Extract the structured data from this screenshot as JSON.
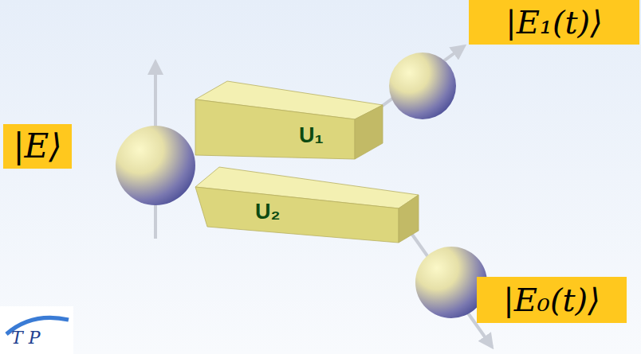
{
  "diagram": {
    "nodes": [
      {
        "text": [
          "|E⟩"
        ]
      },
      {
        "text": [
          "U₁"
        ]
      },
      {
        "text": [
          "U₂"
        ]
      },
      {
        "text": [
          "|E₁(t)⟩"
        ]
      },
      {
        "text": [
          "|E₀(t)⟩"
        ]
      }
    ],
    "labels": [
      "T P"
    ]
  }
}
